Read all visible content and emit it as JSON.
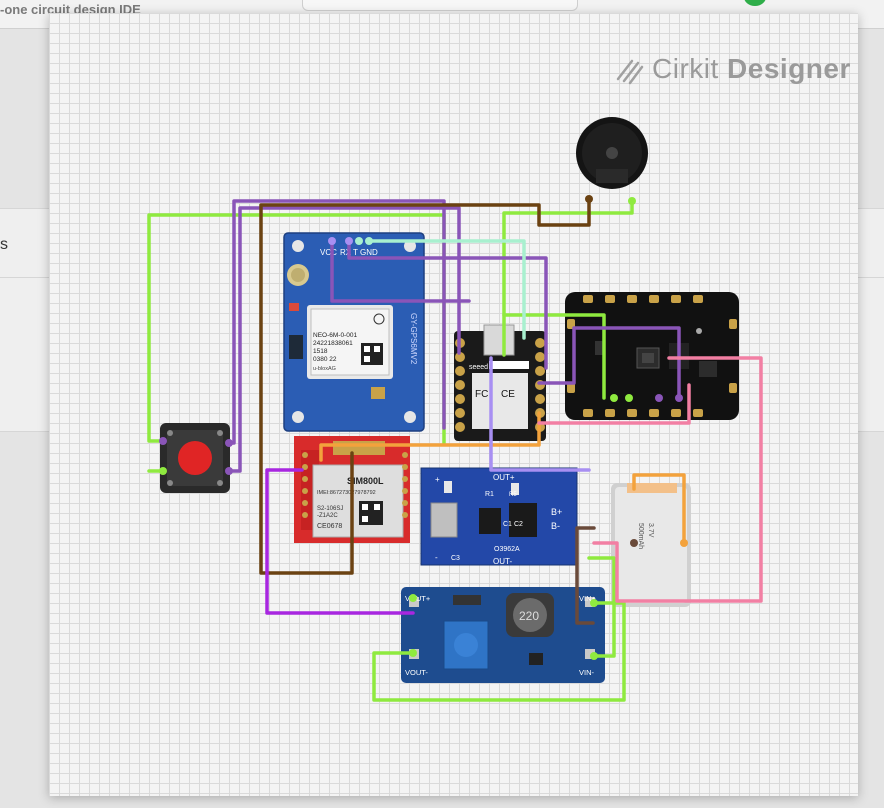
{
  "background": {
    "topbar_text": "-one circuit design IDE",
    "band_text": "s"
  },
  "logo": {
    "brand_light": "Cirkit ",
    "brand_bold": "Designer",
    "icon": "pencils-icon"
  },
  "components": {
    "gps": {
      "pin_vcc": "VCC",
      "pin_rx": "RX",
      "pin_tx": "T",
      "pin_gnd": "GND",
      "chip_line1": "NEO-6M-0-001",
      "chip_line2": "24221838061",
      "chip_line3": "1518",
      "chip_line4": "0380 22",
      "chip_brand": "u-bloxAG",
      "side_label": "GY-GPS6MV2"
    },
    "xiao": {
      "brand": "seeed studio",
      "cert_fc": "FC",
      "cert_ce": "CE"
    },
    "gsm": {
      "model": "SIM800L",
      "imei": "IMEI:867273027978792",
      "line2": "S2-106SJ",
      "line3": "-Z1A2C",
      "cert": "CE0678"
    },
    "charger": {
      "out_plus": "OUT+",
      "out_minus": "OUT-",
      "r1": "R1",
      "r5": "R5",
      "c1": "C1",
      "c2": "C2",
      "c3": "C3",
      "b_plus": "B+",
      "b_minus": "B-",
      "chip": "O3962A",
      "plus": "+",
      "minus": "-"
    },
    "boost": {
      "vout_plus": "VOUT+",
      "vout_minus": "VOUT-",
      "vin_plus": "VIN+",
      "vin_minus": "VIN-",
      "inductor": "220"
    },
    "battery": {
      "label1": "3.7V",
      "label2": "500mAh"
    }
  },
  "colors": {
    "wire_green": "#8fea3f",
    "wire_purple": "#8a55b8",
    "wire_brown": "#6b4212",
    "wire_mint": "#a8f0cf",
    "wire_orange": "#f3a23c",
    "wire_pink": "#f27fa3",
    "wire_violet": "#a827e0",
    "wire_lavender": "#a88ff2",
    "wire_darkbrown": "#6a4a3a"
  }
}
